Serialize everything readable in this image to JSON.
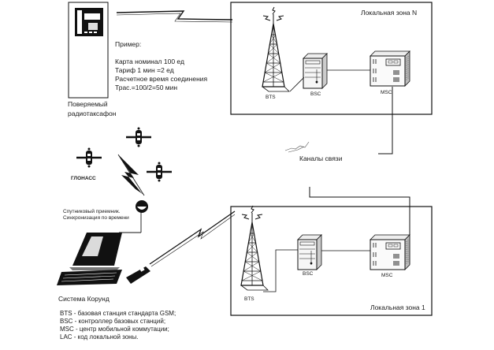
{
  "phone": {
    "label_line1": "Поверяемый",
    "label_line2": "радиотаксафон"
  },
  "example": {
    "title": "Пример:",
    "lines": [
      "Карта номинал 100 ед",
      "Тариф  1 мин =2 ед",
      "Расчетное время соединения",
      "Трас.=100/2=50 мин"
    ]
  },
  "zones": [
    {
      "name": "Локальная зона N",
      "nodes": {
        "bts": "BTS",
        "bsc": "BSC",
        "msc": "MSC"
      }
    },
    {
      "name": "Локальная зона 1",
      "nodes": {
        "bts": "BTS",
        "bsc": "BSC",
        "msc": "MSC"
      }
    }
  ],
  "channels_label": "Каналы связи",
  "glonass_label": "ГЛОНАСС",
  "receiver": {
    "line1": "Спутниковый приемник.",
    "line2": "Синхронизация по времени"
  },
  "system_label": "Система Корунд",
  "legend": [
    "BTS - базовая станция стандарта GSM;",
    "BSC - контроллер базовых станций;",
    "MSC - центр мобильной коммутации;",
    "LAC - код локальной зоны."
  ]
}
